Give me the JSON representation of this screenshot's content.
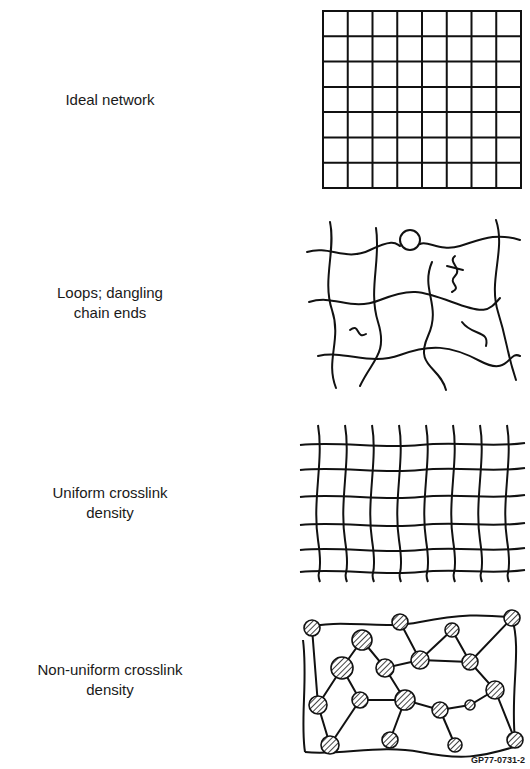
{
  "diagram": {
    "labels": [
      "Ideal network",
      "Loops; dangling chain ends",
      "Uniform crosslink density",
      "Non-uniform crosslink density",
      "GP77-0731-2"
    ]
  }
}
